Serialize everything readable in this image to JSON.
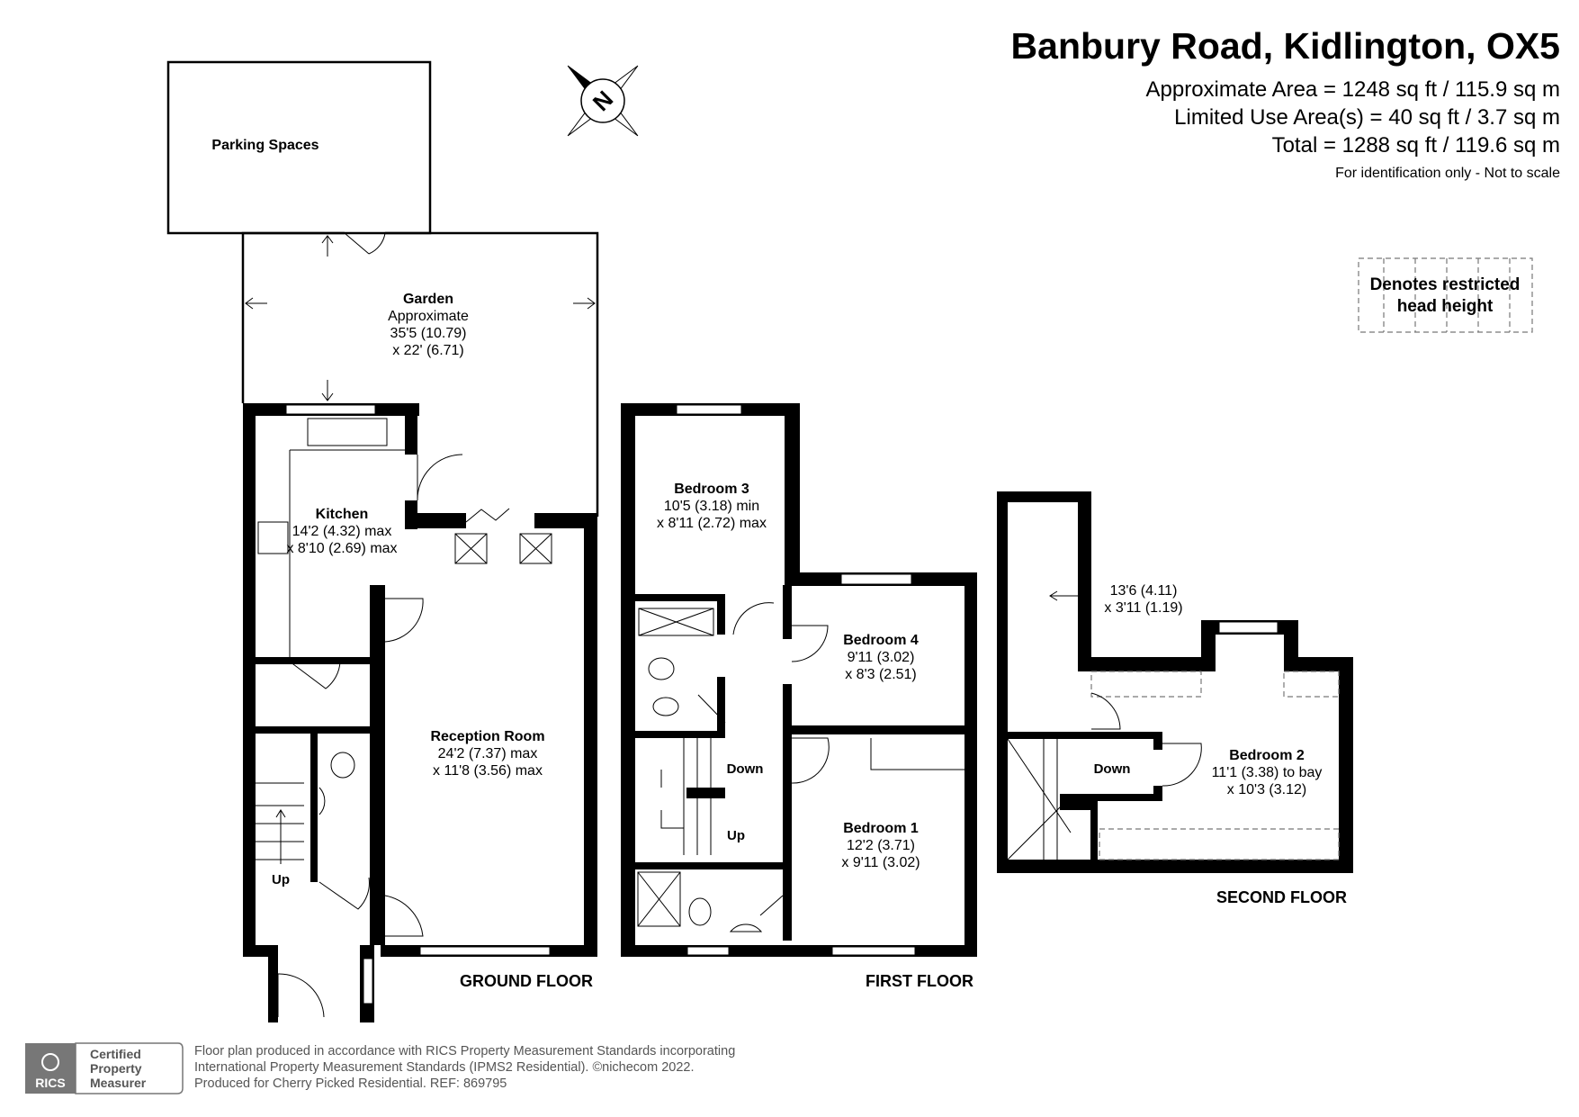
{
  "header": {
    "title": "Banbury Road, Kidlington, OX5",
    "approx_area": "Approximate Area = 1248 sq ft / 115.9 sq m",
    "limited_use_area": "Limited Use Area(s) = 40 sq ft / 3.7 sq m",
    "total": "Total = 1288 sq ft / 119.6 sq m",
    "disclaimer": "For identification only - Not to scale"
  },
  "legend": {
    "line1": "Denotes restricted",
    "line2": "head height"
  },
  "compass": {
    "label": "N"
  },
  "outside": {
    "parking": "Parking Spaces",
    "garden": {
      "name": "Garden",
      "l1": "Approximate",
      "l2": "35'5 (10.79)",
      "l3": "x 22' (6.71)"
    }
  },
  "ground_floor": {
    "label": "GROUND FLOOR",
    "kitchen": {
      "name": "Kitchen",
      "l1": "14'2 (4.32) max",
      "l2": "x 8'10 (2.69) max"
    },
    "reception": {
      "name": "Reception Room",
      "l1": "24'2 (7.37) max",
      "l2": "x 11'8 (3.56) max"
    },
    "stairs": "Up"
  },
  "first_floor": {
    "label": "FIRST FLOOR",
    "bedroom3": {
      "name": "Bedroom 3",
      "l1": "10'5 (3.18) min",
      "l2": "x 8'11 (2.72) max"
    },
    "bedroom4": {
      "name": "Bedroom 4",
      "l1": "9'11 (3.02)",
      "l2": "x 8'3 (2.51)"
    },
    "bedroom1": {
      "name": "Bedroom 1",
      "l1": "12'2 (3.71)",
      "l2": "x 9'11 (3.02)"
    },
    "down": "Down",
    "up": "Up"
  },
  "second_floor": {
    "label": "SECOND FLOOR",
    "storage": {
      "l1": "13'6 (4.11)",
      "l2": "x 3'11 (1.19)"
    },
    "bedroom2": {
      "name": "Bedroom 2",
      "l1": "11'1 (3.38) to bay",
      "l2": "x 10'3 (3.12)"
    },
    "down": "Down"
  },
  "footer": {
    "rics_logo": "RICS",
    "badge": [
      "Certified",
      "Property",
      "Measurer"
    ],
    "line1": "Floor plan produced in accordance with RICS Property Measurement Standards incorporating",
    "line2": "International Property Measurement Standards (IPMS2 Residential).   ©nichecom 2022.",
    "line3": "Produced for Cherry Picked Residential.   REF:  869795"
  }
}
